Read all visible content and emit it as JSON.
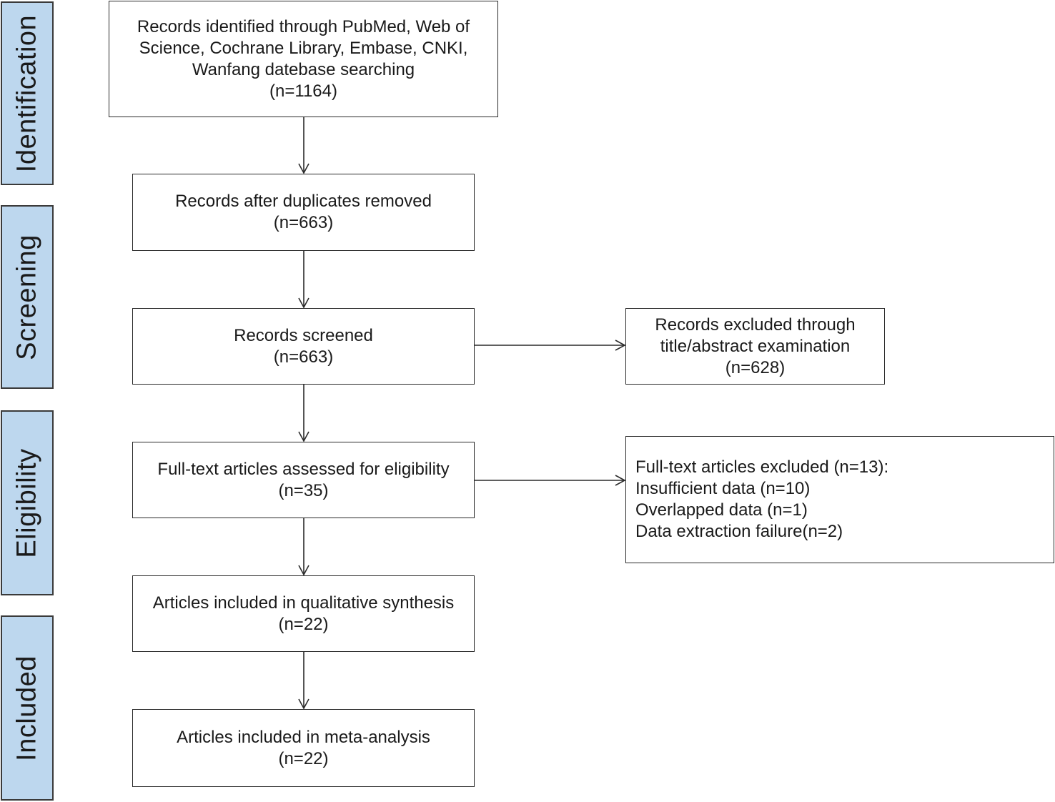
{
  "phases": {
    "identification": "Identification",
    "screening": "Screening",
    "eligibility": "Eligibility",
    "included": "Included"
  },
  "boxes": {
    "identified": {
      "lines": [
        "Records identified through PubMed, Web of",
        "Science, Cochrane Library, Embase, CNKI,",
        "Wanfang datebase searching",
        "(n=1164)"
      ]
    },
    "duplicates_removed": {
      "lines": [
        "Records after duplicates removed",
        "(n=663)"
      ]
    },
    "screened": {
      "lines": [
        "Records screened",
        "(n=663)"
      ]
    },
    "excluded_title_abstract": {
      "lines": [
        "Records excluded through",
        "title/abstract examination",
        "(n=628)"
      ]
    },
    "full_text_assessed": {
      "lines": [
        "Full-text articles assessed for eligibility",
        "(n=35)"
      ]
    },
    "full_text_excluded": {
      "lines": [
        "Full-text articles excluded (n=13):",
        "Insufficient data (n=10)",
        "Overlapped data (n=1)",
        "Data extraction failure(n=2)"
      ]
    },
    "qualitative": {
      "lines": [
        "Articles included in qualitative synthesis",
        "(n=22)"
      ]
    },
    "meta_analysis": {
      "lines": [
        "Articles included in meta-analysis",
        "(n=22)"
      ]
    }
  },
  "colors": {
    "phase_fill": "#bdd7ee",
    "phase_border": "#3a3a3a",
    "box_border": "#2a2a2a",
    "arrow": "#2a2a2a"
  }
}
